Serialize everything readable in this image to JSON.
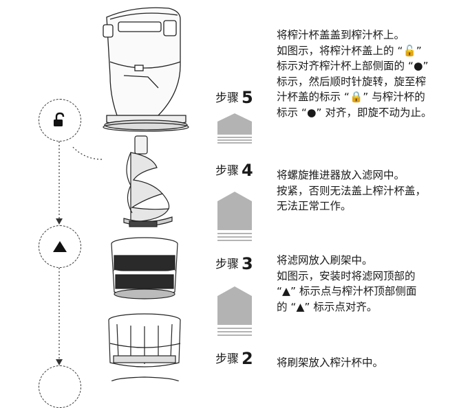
{
  "steps": [
    {
      "label": "步骤",
      "number": "5",
      "lines": [
        "将榨汁杯盖盖到榨汁杯上。",
        "如图示，将榨汁杯盖上的 “🔓”",
        "标示对齐榨汁杯上部侧面的 “●”",
        "标示，然后顺时针旋转，旋至榨",
        "汁杯盖的标示 “🔒” 与榨汁杯的",
        "标示 “●” 对齐，即旋不动为止。"
      ]
    },
    {
      "label": "步骤",
      "number": "4",
      "lines": [
        "将螺旋推进器放入滤网中。",
        "按紧，否则无法盖上榨汁杯盖，",
        "无法正常工作。"
      ]
    },
    {
      "label": "步骤",
      "number": "3",
      "lines": [
        "将滤网放入刷架中。",
        "如图示，安装时将滤网顶部的",
        "“▲” 标示点与榨汁杯顶部侧面",
        "的 “▲” 标示点对齐。"
      ]
    },
    {
      "label": "步骤",
      "number": "2",
      "lines": [
        "将刷架放入榨汁杯中。"
      ]
    }
  ],
  "markers": {
    "unlock": "unlock-icon",
    "triangle": "triangle-icon"
  },
  "colors": {
    "chevron": "#b3b3b3",
    "text": "#1a1a1a"
  }
}
